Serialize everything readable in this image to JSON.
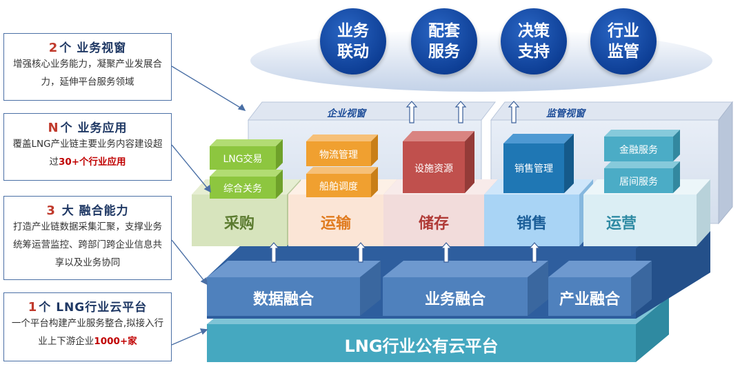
{
  "callouts": [
    {
      "num": "2",
      "title": "个  业务视窗",
      "body": "增强核心业务能力，凝聚产业发展合力，延伸平台服务领域",
      "hl": ""
    },
    {
      "num": "N",
      "title": "个  业务应用",
      "body": "覆盖LNG产业链主要业务内容建设超过",
      "hl": "30+个行业应用"
    },
    {
      "num": "3",
      "title": " 大  融合能力",
      "body": "打造产业链数据采集汇聚，支撑业务统筹运营监控、跨部门跨企业信息共享以及业务协同",
      "hl": ""
    },
    {
      "num": "1",
      "title": "个  LNG行业云平台",
      "body": "一个平台构建产业服务整合,拟接入行业上下游企业",
      "hl": "1000+家"
    }
  ],
  "top_circles": [
    {
      "label": "业务联动"
    },
    {
      "label": "配套服务"
    },
    {
      "label": "决策支持"
    },
    {
      "label": "行业监管"
    }
  ],
  "views": {
    "enterprise": "企业视窗",
    "regulator": "监管视窗"
  },
  "platform": "LNG行业公有云平台",
  "fusion": [
    "数据融合",
    "业务融合",
    "产业融合"
  ],
  "business": [
    "采购",
    "运输",
    "储存",
    "销售",
    "运营"
  ],
  "apps": {
    "lng_trade": "LNG交易",
    "general": "综合关务",
    "logistics": "物流管理",
    "ship": "船舶调度",
    "facility": "设施资源",
    "sales_mgmt": "销售管理",
    "finance": "金融服务",
    "broker": "居间服务"
  },
  "colors": {
    "platform": "#45a8c0",
    "fusion": "#3a6fb3",
    "purchase": "#d7e4bd",
    "transport": "#fbe5d6",
    "storage": "#f2dcdb",
    "sales": "#a9d4f5",
    "operation": "#dbeef4",
    "green_app": "#8dc63f",
    "orange_app": "#f0a030",
    "red_app": "#c0504d",
    "blue_app": "#1f77b4",
    "teal_app": "#4bacc6"
  }
}
